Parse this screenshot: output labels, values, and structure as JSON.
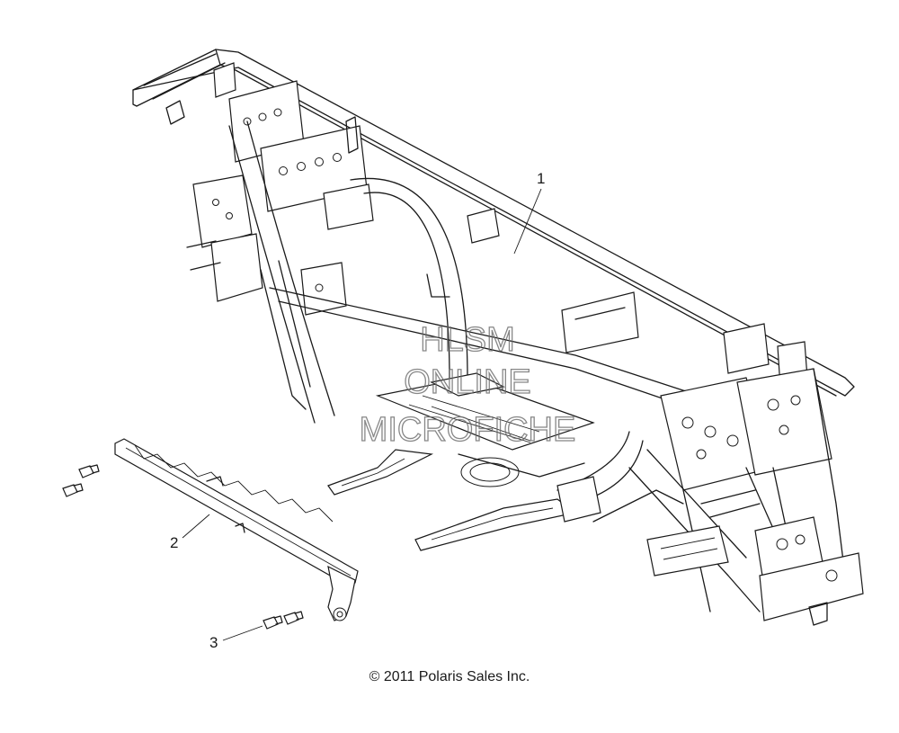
{
  "callouts": [
    {
      "label": "1"
    },
    {
      "label": "2"
    },
    {
      "label": "3"
    }
  ],
  "watermark": {
    "line1": "HLSM",
    "line2": "ONLINE",
    "line3": "MICROFICHE"
  },
  "copyright": "© 2011 Polaris Sales Inc."
}
